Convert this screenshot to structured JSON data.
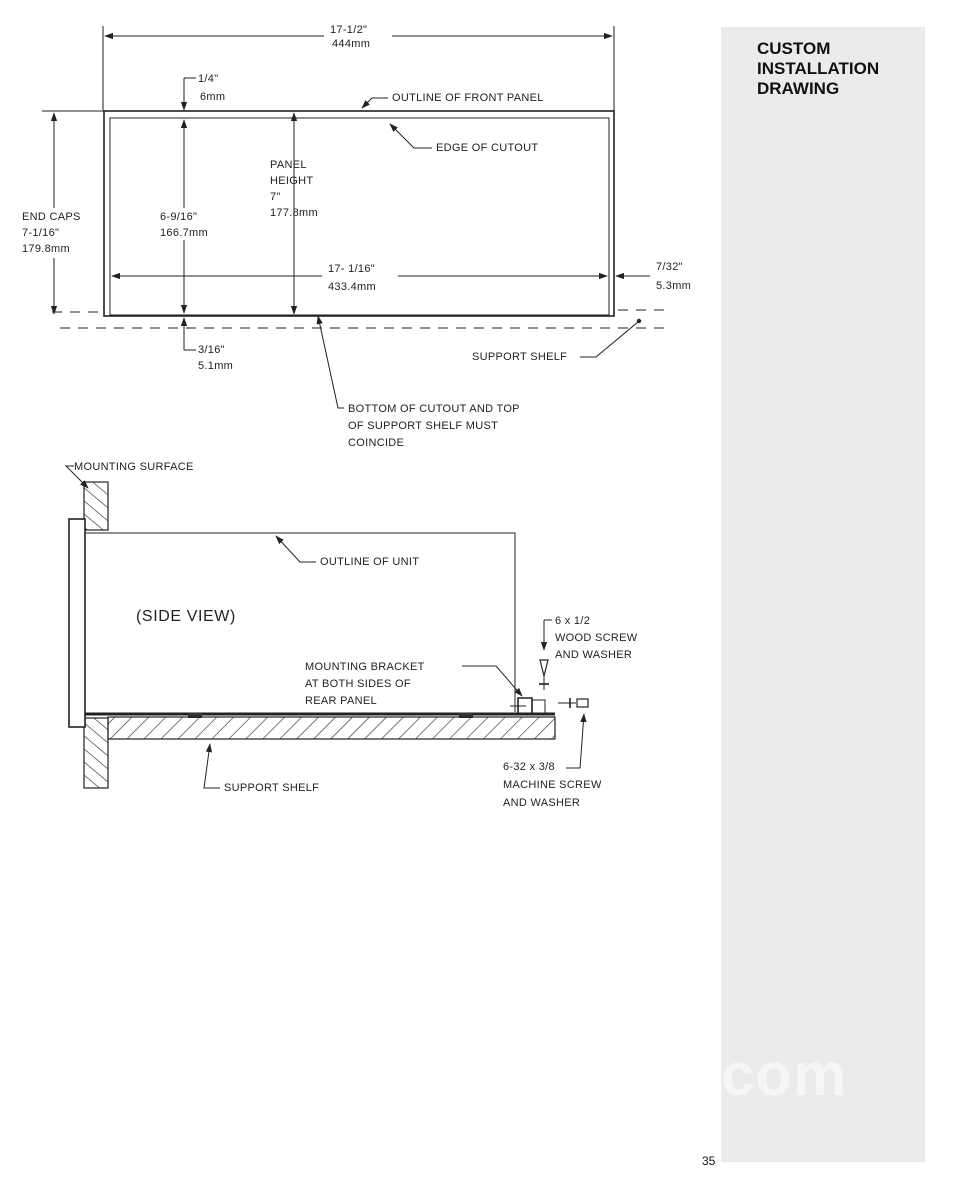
{
  "sidebar": {
    "title_lines": [
      "CUSTOM",
      "INSTALLATION",
      "DRAWING"
    ],
    "watermark": "com"
  },
  "page_number": "35",
  "front_view": {
    "overall_width": {
      "in": "17-1/2\"",
      "mm": "444mm"
    },
    "top_offset": {
      "in": "1/4\"",
      "mm": "6mm"
    },
    "outline_front_panel": "OUTLINE OF FRONT PANEL",
    "edge_of_cutout": "EDGE OF CUTOUT",
    "panel_height": {
      "line1": "PANEL",
      "line2": "HEIGHT",
      "in": "7\"",
      "mm": "177.8mm"
    },
    "end_caps": {
      "label": "END CAPS",
      "in": "7-1/16\"",
      "mm": "179.8mm"
    },
    "cutout_height": {
      "in": "6-9/16\"",
      "mm": "166.7mm"
    },
    "cutout_width": {
      "in": "17- 1/16\"",
      "mm": "433.4mm"
    },
    "side_offset": {
      "in": "7/32\"",
      "mm": "5.3mm"
    },
    "bottom_offset": {
      "in": "3/16\"",
      "mm": "5.1mm"
    },
    "support_shelf": "SUPPORT SHELF",
    "bottom_note": [
      "BOTTOM OF CUTOUT AND TOP",
      "OF SUPPORT SHELF MUST",
      "COINCIDE"
    ]
  },
  "side_view": {
    "mounting_surface": "MOUNTING SURFACE",
    "outline_of_unit": "OUTLINE OF UNIT",
    "title": "(SIDE VIEW)",
    "wood_screw": [
      "6 x 1/2",
      "WOOD SCREW",
      "AND WASHER"
    ],
    "mounting_bracket": [
      "MOUNTING BRACKET",
      "AT BOTH SIDES OF",
      "REAR PANEL"
    ],
    "machine_screw": [
      "6-32 x 3/8",
      "MACHINE SCREW",
      "AND WASHER"
    ],
    "support_shelf": "SUPPORT SHELF"
  }
}
